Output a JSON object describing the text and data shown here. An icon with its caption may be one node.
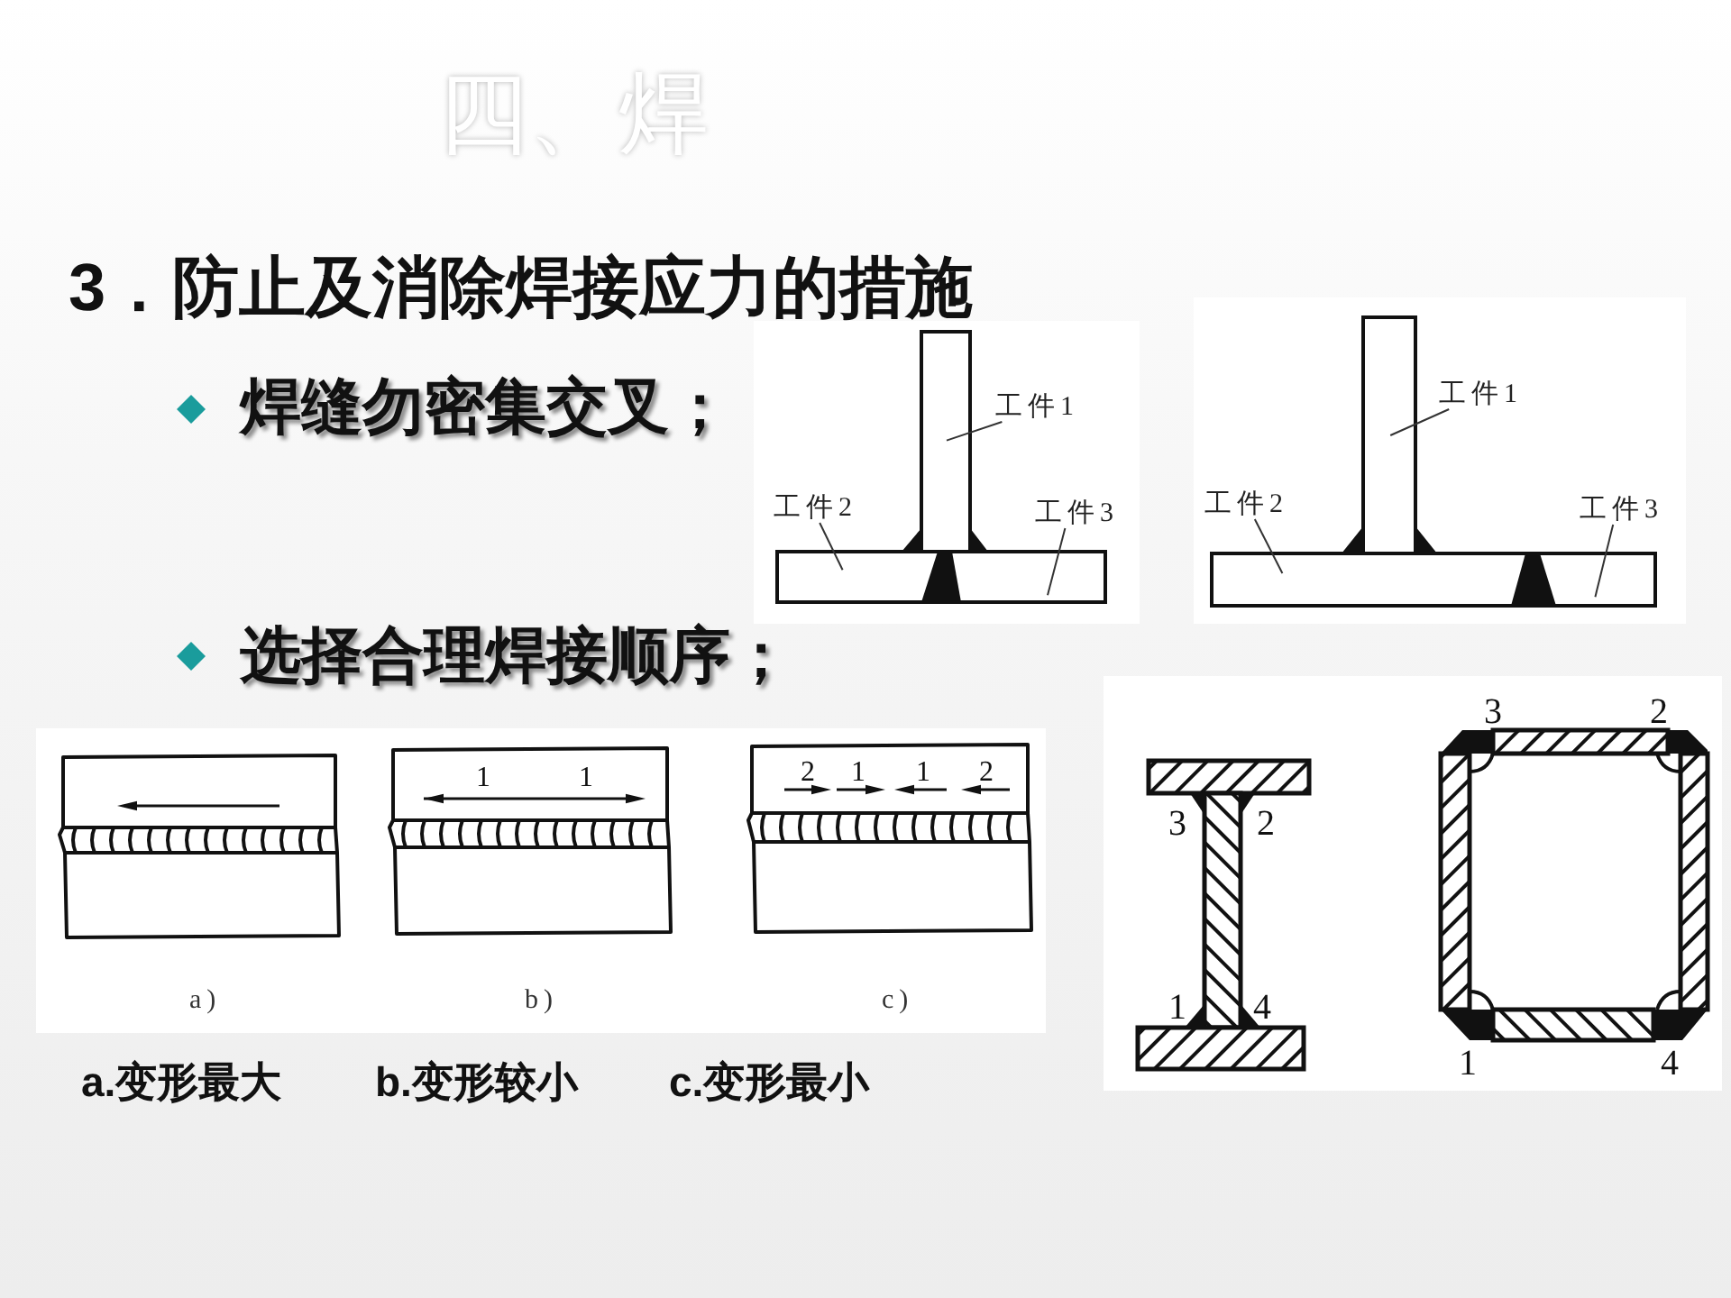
{
  "diagram": {
    "title": "3．防止及消除焊接应力的措施",
    "nodes": [
      {
        "text": [
          "工件1"
        ]
      },
      {
        "text": [
          "工件2"
        ]
      },
      {
        "text": [
          "工件3"
        ]
      },
      {
        "text": [],
        "shape": "box"
      },
      {
        "text": [],
        "shape": "box"
      },
      {
        "text": [],
        "shape": "box"
      },
      {
        "text": [
          "工件1"
        ]
      },
      {
        "text": [
          "工件2"
        ]
      },
      {
        "text": [
          "工件3"
        ]
      },
      {
        "text": [],
        "shape": "box"
      },
      {
        "text": [],
        "shape": "box"
      },
      {
        "text": [],
        "shape": "box"
      }
    ],
    "edges": [
      {
        "from": 0,
        "to": 3,
        "arrow": "none"
      },
      {
        "from": 1,
        "to": 4,
        "arrow": "none"
      },
      {
        "from": 2,
        "to": 5,
        "arrow": "none"
      },
      {
        "from": 6,
        "to": 9,
        "arrow": "none"
      },
      {
        "from": 7,
        "to": 10,
        "arrow": "none"
      },
      {
        "from": 8,
        "to": 11,
        "arrow": "none"
      }
    ],
    "labels": [
      "四、焊",
      "焊缝勿密集交叉；",
      "选择合理焊接顺序；",
      "3",
      "2",
      "1",
      "1",
      "2",
      "1",
      "1",
      "2",
      "3",
      "2",
      "a)",
      "b)",
      "c)",
      "1",
      "4",
      "1",
      "4",
      "a.变形最大",
      "b.变形较小",
      "c.变形最小"
    ]
  }
}
